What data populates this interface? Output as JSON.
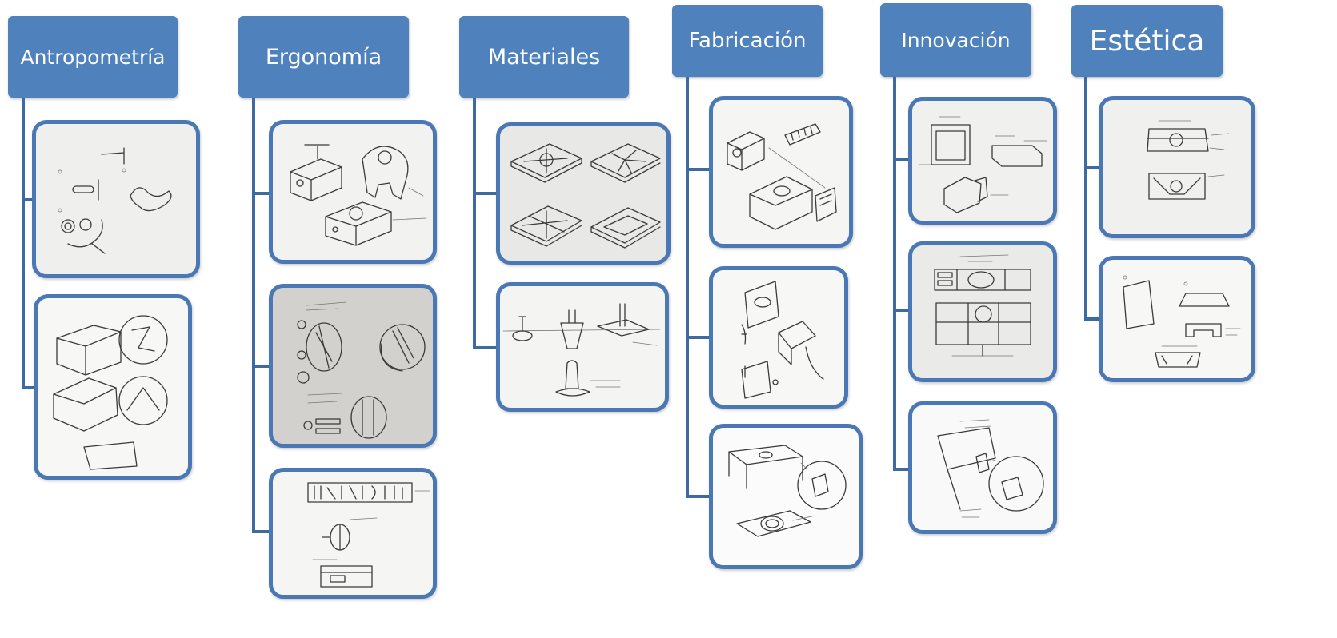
{
  "colors": {
    "header_bg": "#4f81bd",
    "connector": "#3d6b9f",
    "card_border": "#4a78b5"
  },
  "categories": [
    {
      "label": "Antropometría",
      "sketches": [
        "hand-measurement-sketch-icon",
        "hinge-detail-sketch-icon"
      ]
    },
    {
      "label": "Ergonomía",
      "sketches": [
        "handle-grip-sketch-icon",
        "knob-control-sketch-icon",
        "button-panel-sketch-icon"
      ]
    },
    {
      "label": "Materiales",
      "sketches": [
        "tray-molds-sketch-icon",
        "pedestal-stand-sketch-icon"
      ]
    },
    {
      "label": "Fabricación",
      "sketches": [
        "box-assembly-sketch-icon",
        "bracket-parts-sketch-icon",
        "table-joint-sketch-icon"
      ]
    },
    {
      "label": "Innovación",
      "sketches": [
        "appliance-box-sketch-icon",
        "panel-layout-sketch-icon",
        "lid-detail-sketch-icon"
      ]
    },
    {
      "label": "Estética",
      "sketches": [
        "front-view-sketch-icon",
        "profile-views-sketch-icon"
      ]
    }
  ]
}
